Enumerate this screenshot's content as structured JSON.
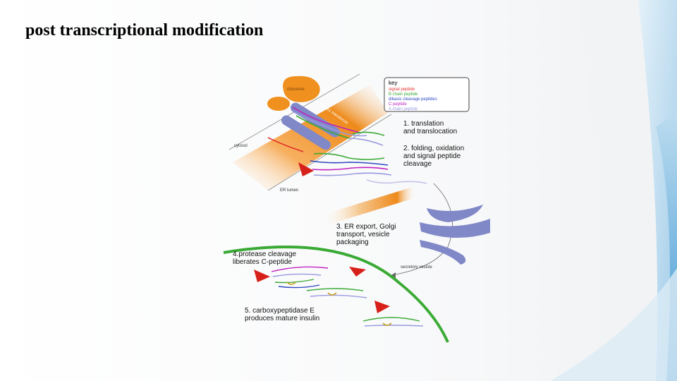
{
  "slide": {
    "title": "post transcriptional modification"
  },
  "colors": {
    "accent_blue": "#4fa3d8",
    "light_blue": "#cfe6f4",
    "orange": "#f0901e",
    "lavender": "#8088c8",
    "green": "#3aaa35",
    "red": "#d8201a"
  },
  "diagram": {
    "key": {
      "heading": "key",
      "items": [
        {
          "label": "signal peptide",
          "color": "#e0302a"
        },
        {
          "label": "B chain peptide",
          "color": "#3aaa35"
        },
        {
          "label": "dibasic cleavage peptides",
          "color": "#3048c0"
        },
        {
          "label": "C peptide",
          "color": "#c020c0"
        },
        {
          "label": "A chain peptide",
          "color": "#9a9ae0"
        }
      ]
    },
    "labels": {
      "ribosome": "ribosome",
      "sec61": "sec61 translocon",
      "cytosol": "cytosol",
      "er_lumen": "ER lumen",
      "golgi": "golgi",
      "secretory_vesicle": "secretory vesicle"
    },
    "steps": {
      "step1_line1": "1. translation",
      "step1_line2": "and translocation",
      "step2_line1": "2. folding, oxidation",
      "step2_line2": "and signal peptide",
      "step2_line3": "cleavage",
      "step3_line1": "3. ER export, Golgi",
      "step3_line2": "transport, vesicle",
      "step3_line3": "packaging",
      "step4_line1": "4.protease cleavage",
      "step4_line2": "liberates C-peptide",
      "step5_line1": "5. carboxypeptidase E",
      "step5_line2": "produces mature insulin"
    }
  }
}
